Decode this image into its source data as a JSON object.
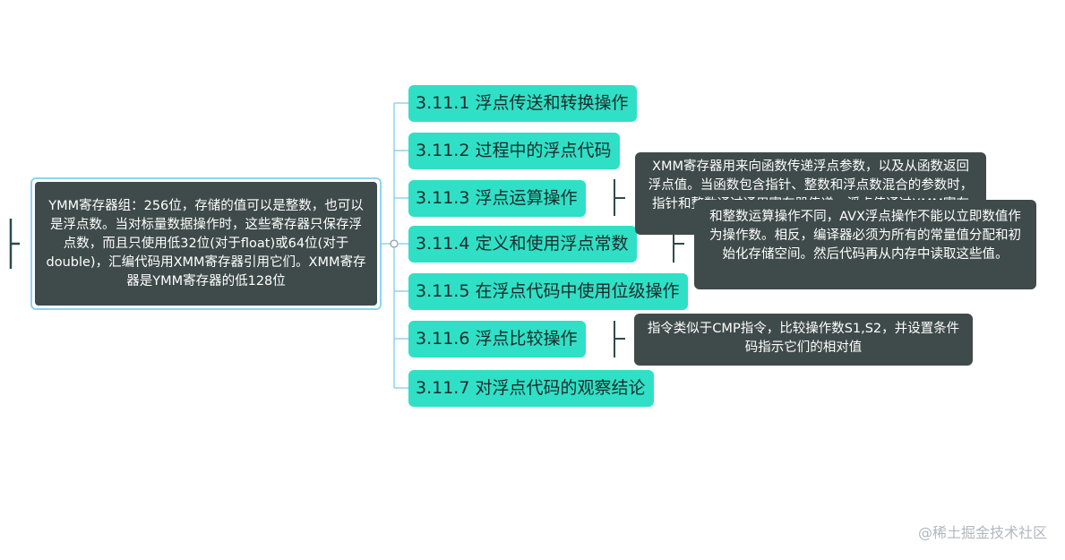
{
  "root": {
    "text": "YMM寄存器组：256位，存储的值可以是整数，也可以是浮点数。当对标量数据操作时，这些寄存器只保存浮点数，而且只使用低32位(对于float)或64位(对于double)，汇编代码用XMM寄存器引用它们。XMM寄存器是YMM寄存器的低128位"
  },
  "topics": [
    {
      "label": "3.11.1 浮点传送和转换操作"
    },
    {
      "label": "3.11.2 过程中的浮点代码"
    },
    {
      "label": "3.11.3 浮点运算操作"
    },
    {
      "label": "3.11.4 定义和使用浮点常数"
    },
    {
      "label": "3.11.5 在浮点代码中使用位级操作"
    },
    {
      "label": "3.11.6 浮点比较操作"
    },
    {
      "label": "3.11.7 对浮点代码的观察结论"
    }
  ],
  "notes": {
    "xmm_params": "XMM寄存器用来向函数传递浮点参数，以及从函数返回浮点值。当函数包含指针、整数和浮点数混合的参数时，指针和整数通过通用寄存器传递，浮点值通过XMM寄存器传递",
    "float_constants": "和整数运算操作不同，AVX浮点操作不能以立即数值作为操作数。相反，编译器必须为所有的常量值分配和初始化存储空间。然后代码再从内存中读取这些值。",
    "compare": "指令类似于CMP指令，比较操作数S1,S2，并设置条件码指示它们的相对值"
  },
  "watermark": "@稀土掘金技术社区",
  "colors": {
    "topic_fill": "#2fe0c6",
    "note_fill": "#3f4a4a",
    "connector": "#8fd3ef",
    "root_border": "#8fd3ef"
  }
}
